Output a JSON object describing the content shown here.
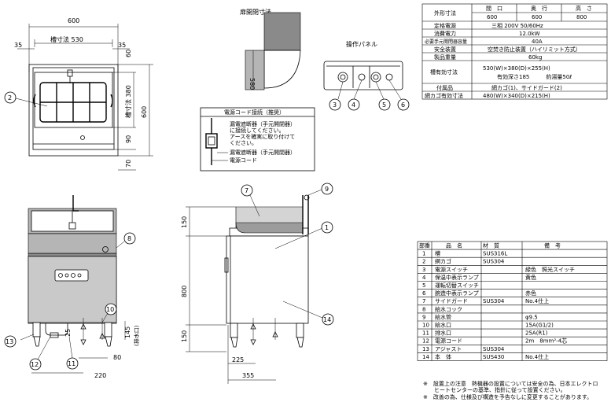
{
  "dims": {
    "top_width": "600",
    "tank_width": "槽寸法 530",
    "left_margin": "35",
    "right_margin": "35",
    "top_60": "60",
    "tank_depth": "槽寸法 380",
    "depth_600": "600",
    "bottom_90": "90",
    "bottom_70": "70",
    "door": "扉開閉寸法",
    "door_580": "580",
    "front_150": "150",
    "front_800": "800",
    "front_150b": "150",
    "front_25": "25",
    "front_145": "145",
    "front_80": "80",
    "front_220": "220",
    "drain_note": "(排水口)",
    "side_150": "150",
    "side_800": "800",
    "side_150b": "150",
    "side_225": "225",
    "side_355": "355"
  },
  "panel_title": "操作パネル",
  "cord": {
    "title": "電源コード接続（推奨）",
    "line1": "漏電遮断器（手元開閉器）",
    "line2": "に接続してください。",
    "line3": "アースを確実に取り付けて",
    "line4": "ください。",
    "label_breaker": "漏電遮断器（手元開閉器）",
    "label_cord": "電源コード"
  },
  "callouts": [
    "1",
    "2",
    "3",
    "4",
    "5",
    "6",
    "7",
    "8",
    "9",
    "10",
    "11",
    "12",
    "13",
    "14"
  ],
  "spec": {
    "outer_label": "外形寸法",
    "col1": "間　口",
    "col2": "奥　行",
    "col3": "高　さ",
    "v1": "600",
    "v2": "600",
    "v3": "800",
    "rows": [
      {
        "label": "定格電源",
        "value": "三相 200V 50/60Hz"
      },
      {
        "label": "消費電力",
        "value": "12.0kW"
      },
      {
        "label": "必要手元開閉器容量",
        "value": "40A"
      },
      {
        "label": "安全装置",
        "value": "空焚き防止装置（ハイリミット方式）"
      },
      {
        "label": "製品重量",
        "value": "60kg"
      },
      {
        "label": "槽有効寸法",
        "value": "530(W)×380(D)×255(H)"
      },
      {
        "label": "",
        "value": "有効深さ185　　　約湯量50ℓ"
      },
      {
        "label": "付属品",
        "value": "網カゴ(1)、サイドガード(2)"
      },
      {
        "label": "網カゴ有効寸法",
        "value": "480(W)×340(D)×215(H)"
      }
    ]
  },
  "parts": {
    "headers": [
      "部番",
      "品　名",
      "材　質",
      "備　考"
    ],
    "rows": [
      [
        "1",
        "槽",
        "SUS316L",
        ""
      ],
      [
        "2",
        "網カゴ",
        "SUS304",
        ""
      ],
      [
        "3",
        "電源スイッチ",
        "",
        "緑色　照光スイッチ"
      ],
      [
        "4",
        "保温中表示ランプ",
        "",
        "黄色"
      ],
      [
        "5",
        "運転切替スイッチ",
        "",
        "",
        ""
      ],
      [
        "6",
        "腕造中表示ランプ",
        "",
        "赤色"
      ],
      [
        "7",
        "サイドガード",
        "SUS304",
        "No.4仕上"
      ],
      [
        "8",
        "給水コック",
        "",
        ""
      ],
      [
        "9",
        "給水管",
        "",
        "φ9.5"
      ],
      [
        "10",
        "給水口",
        "",
        "15A(G1/2)"
      ],
      [
        "11",
        "排水口",
        "",
        "25A(R1)"
      ],
      [
        "12",
        "電源コード",
        "",
        "2m　8mm²-4芯"
      ],
      [
        "13",
        "アジャスト",
        "SUS304",
        ""
      ],
      [
        "14",
        "本　体",
        "SUS430",
        "No.4仕上"
      ]
    ]
  },
  "notes": [
    "※　設置上の注意　熱機器の設置については安全の為、日本エレクトロ",
    "ヒートセンターの基準、指針に従って設置ください。",
    "※　改善の為、仕様及び構造を予告なしに変更することがあります。"
  ]
}
